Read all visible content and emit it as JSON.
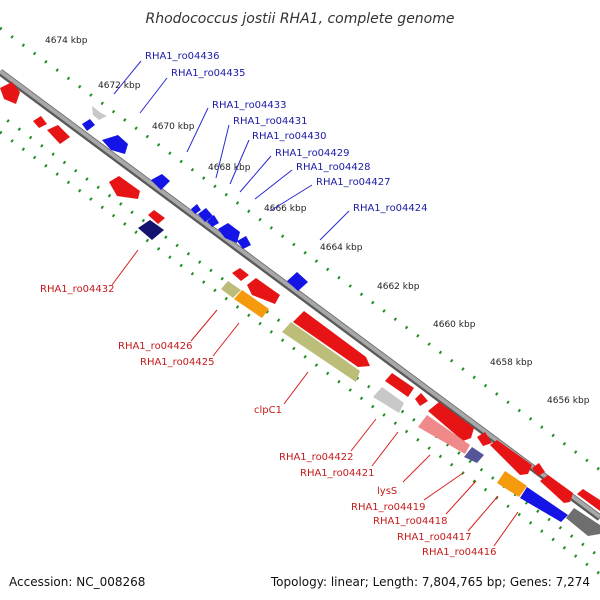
{
  "title": "Rhodococcus jostii RHA1, complete genome",
  "scale_labels": [
    "4674 kbp",
    "4672 kbp",
    "4670 kbp",
    "4668 kbp",
    "4666 kbp",
    "4664 kbp",
    "4662 kbp",
    "4660 kbp",
    "4658 kbp",
    "4656 kbp"
  ],
  "genes_top": [
    "RHA1_ro04436",
    "RHA1_ro04435",
    "RHA1_ro04433",
    "RHA1_ro04431",
    "RHA1_ro04430",
    "RHA1_ro04429",
    "RHA1_ro04428",
    "RHA1_ro04427",
    "RHA1_ro04424"
  ],
  "genes_bottom": [
    "RHA1_ro04432",
    "RHA1_ro04426",
    "RHA1_ro04425",
    "clpC1",
    "RHA1_ro04422",
    "RHA1_ro04421",
    "lysS",
    "RHA1_ro04419",
    "RHA1_ro04418",
    "RHA1_ro04417",
    "RHA1_ro04416"
  ],
  "footer": {
    "accession": "Accession: NC_008268",
    "topology": "Topology: linear; Length: 7,804,765 bp; Genes: 7,274"
  },
  "colors": {
    "backbone": "#8c8c8c",
    "ruler_dots": "#1f8f1f",
    "forward_gene": "#1414e6",
    "reverse_gene": "#e61414",
    "rna_gene": "#bdbd7a",
    "orange_gene": "#f59a0c",
    "dark_gene": "#14146e",
    "pink_gene": "#f08a8a",
    "gray_gene": "#c8c8c8",
    "purple_gene": "#55559a",
    "darkgray_gene": "#6e6e6e"
  }
}
